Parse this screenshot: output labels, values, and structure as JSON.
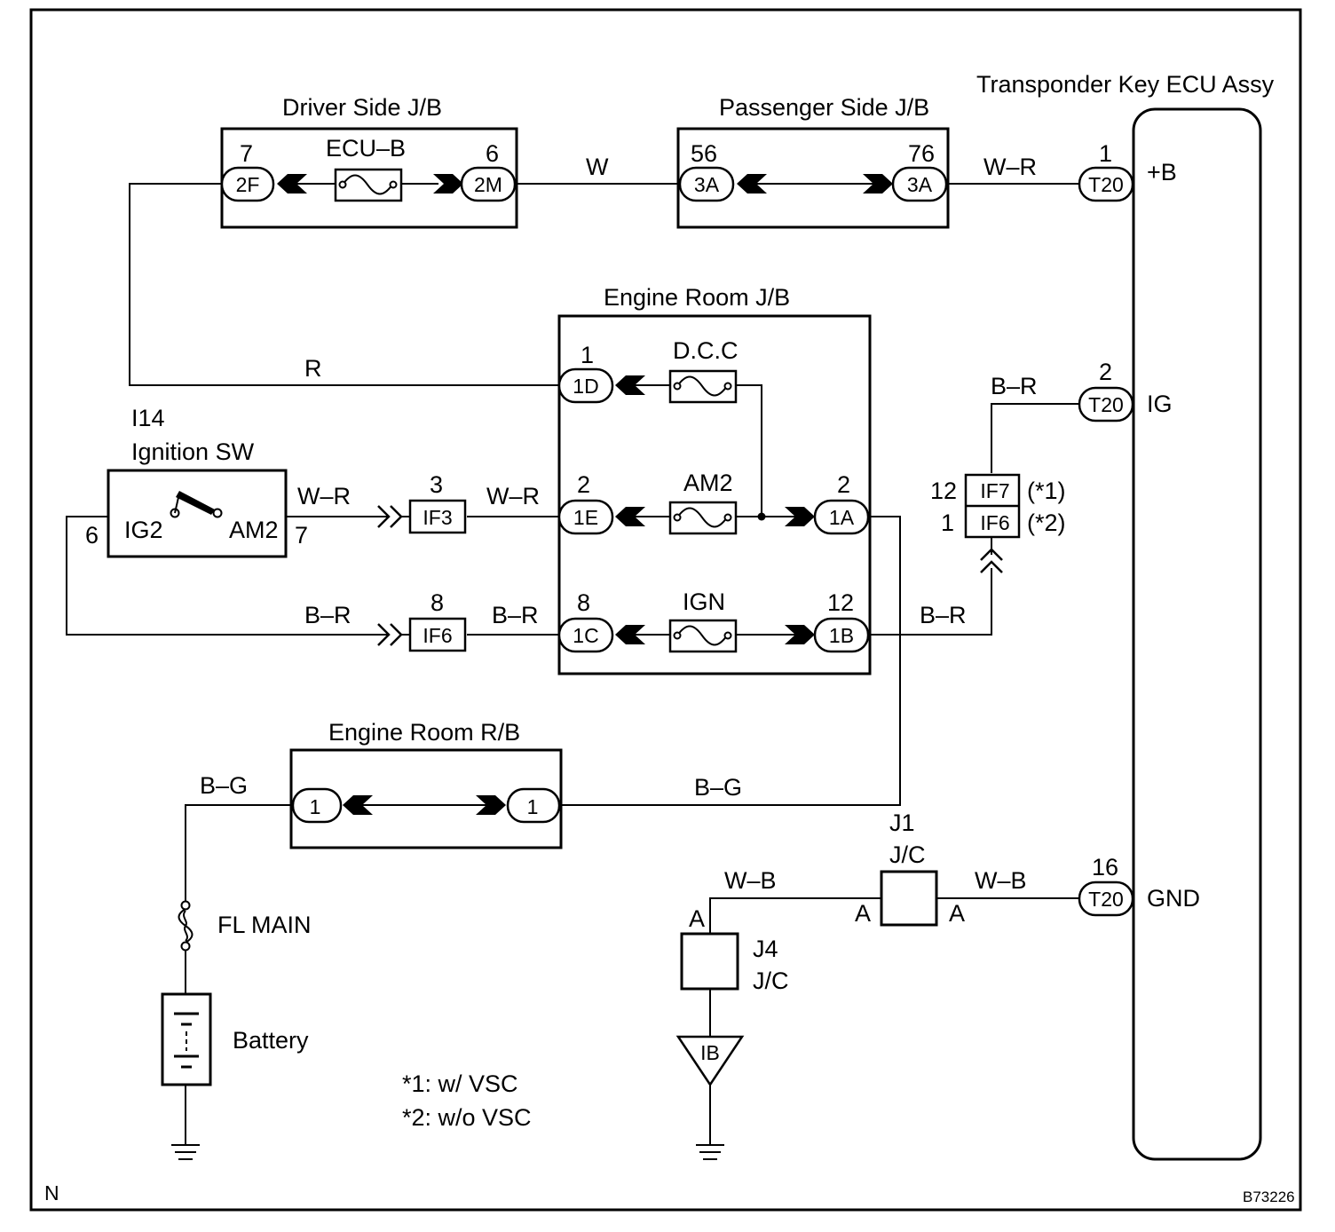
{
  "title": "",
  "footer": {
    "left": "N",
    "right": "B73226"
  },
  "components": {
    "driver_jb": {
      "label": "Driver Side J/B",
      "fuse": "ECU–B"
    },
    "passenger_jb": {
      "label": "Passenger Side J/B"
    },
    "ecu": {
      "label": "Transponder Key ECU Assy",
      "pin_b": "+B",
      "pin_ig": "IG",
      "pin_gnd": "GND"
    },
    "engine_jb": {
      "label": "Engine Room J/B",
      "fuse_dcc": "D.C.C",
      "fuse_am2": "AM2",
      "fuse_ign": "IGN"
    },
    "ignition_sw": {
      "code": "I14",
      "label": "Ignition SW",
      "ig2": "IG2",
      "am2": "AM2",
      "pin_left": "6",
      "pin_right": "7"
    },
    "engine_rb": {
      "label": "Engine Room R/B"
    },
    "fl_main": {
      "label": "FL MAIN"
    },
    "battery": {
      "label": "Battery"
    },
    "j1": {
      "code": "J1",
      "type": "J/C",
      "pin_left": "A",
      "pin_right": "A"
    },
    "j4": {
      "code": "J4",
      "type": "J/C",
      "pin_top": "A"
    },
    "ground_ib": {
      "label": "IB"
    }
  },
  "connectors": {
    "c2F": {
      "label": "2F",
      "pin": "7"
    },
    "c2M": {
      "label": "2M",
      "pin": "6"
    },
    "c3Aa": {
      "label": "3A",
      "pin": "56"
    },
    "c3Ab": {
      "label": "3A",
      "pin": "76"
    },
    "cT20b": {
      "label": "T20",
      "pin": "1"
    },
    "cT20i": {
      "label": "T20",
      "pin": "2"
    },
    "cT20g": {
      "label": "T20",
      "pin": "16"
    },
    "c1D": {
      "label": "1D",
      "pin": "1"
    },
    "c1E": {
      "label": "1E",
      "pin": "2"
    },
    "c1C": {
      "label": "1C",
      "pin": "8"
    },
    "c1A": {
      "label": "1A",
      "pin": "2"
    },
    "c1B": {
      "label": "1B",
      "pin": "12"
    },
    "cIF3": {
      "label": "IF3",
      "pin": "3"
    },
    "cIF6": {
      "label": "IF6",
      "pin": "8"
    },
    "cIF7r": {
      "label": "IF7",
      "pin": "12",
      "note": "(*1)"
    },
    "cIF6r": {
      "label": "IF6",
      "pin": "1",
      "note": "(*2)"
    },
    "cRB1a": {
      "label": "1"
    },
    "cRB1b": {
      "label": "1"
    }
  },
  "wires": {
    "w_2m_3a": "W",
    "w_3a_t20": "W–R",
    "w_r": "R",
    "w_sw_if3": "W–R",
    "w_if3_1e": "W–R",
    "w_sw_if6": "B–R",
    "w_if6_1c": "B–R",
    "w_1b_if": "B–R",
    "w_if_t20": "B–R",
    "w_bg_left": "B–G",
    "w_bg_right": "B–G",
    "w_wb_left": "W–B",
    "w_wb_right": "W–B"
  },
  "notes": {
    "n1": "*1: w/ VSC",
    "n2": "*2: w/o VSC"
  }
}
